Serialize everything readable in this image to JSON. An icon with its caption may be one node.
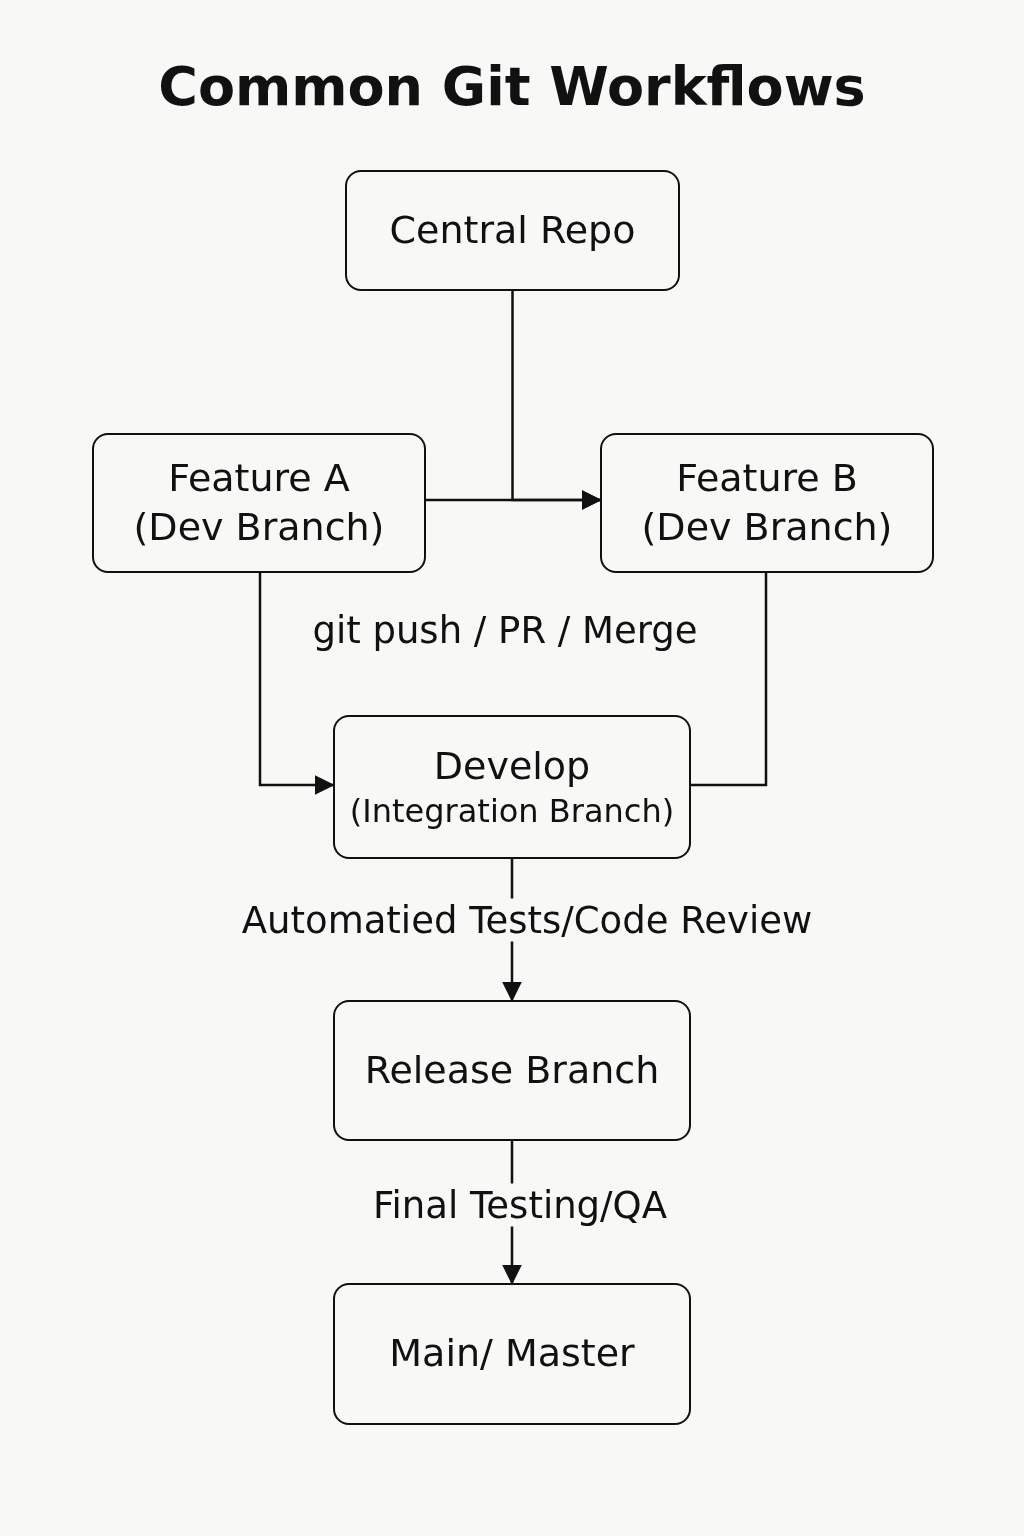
{
  "diagram": {
    "title": "Common Git Workflows",
    "nodes": [
      {
        "text": [
          "Central Repo"
        ]
      },
      {
        "text": [
          "Feature A",
          "(Dev Branch)"
        ]
      },
      {
        "text": [
          "Feature B",
          "(Dev Branch)"
        ]
      },
      {
        "text": [
          "Develop",
          "(Integration Branch)"
        ]
      },
      {
        "text": [
          "Release Branch"
        ]
      },
      {
        "text": [
          "Main/ Master"
        ]
      }
    ],
    "edges": [
      {
        "from": 0,
        "to": 2,
        "arrow": "to"
      },
      {
        "from": 1,
        "to": 2,
        "arrow": "to"
      },
      {
        "from": 1,
        "to": 3,
        "arrow": "to"
      },
      {
        "from": 2,
        "to": 3,
        "arrow": "none"
      },
      {
        "from": 3,
        "to": 4,
        "arrow": "to",
        "label": "Automatied Tests/Code Review"
      },
      {
        "from": 4,
        "to": 5,
        "arrow": "to",
        "label": "Final Testing/QA"
      }
    ],
    "labels": [
      "git push / PR / Merge"
    ]
  }
}
